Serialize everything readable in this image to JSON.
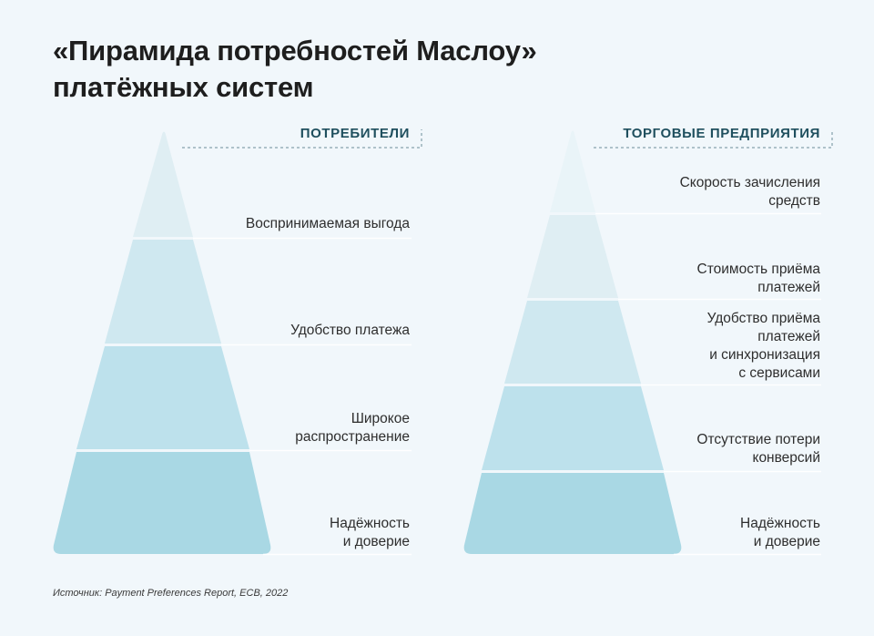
{
  "title": [
    "«Пирамида потребностей Маслоу»",
    "платёжных систем"
  ],
  "source": "Источник: Payment Preferences Report, ECB, 2022",
  "colors": {
    "background": "#f1f7fb",
    "level_1": "#a9d8e4",
    "level_2": "#bde1ec",
    "level_3": "#cfe8f0",
    "level_4": "#dfeef3",
    "level_5": "#e9f4f8",
    "header_text": "#1f4f5e"
  },
  "consumers": {
    "header": "ПОТРЕБИТЕЛИ",
    "levels": [
      {
        "lines": [
          "Воспринимаемая выгода"
        ]
      },
      {
        "lines": [
          "Удобство платежа"
        ]
      },
      {
        "lines": [
          "Широкое",
          "распространение"
        ]
      },
      {
        "lines": [
          "Надёжность",
          "и доверие"
        ]
      }
    ]
  },
  "merchants": {
    "header": "ТОРГОВЫЕ ПРЕДПРИЯТИЯ",
    "levels": [
      {
        "lines": [
          "Скорость зачисления",
          "средств"
        ]
      },
      {
        "lines": [
          "Стоимость приёма",
          "платежей"
        ]
      },
      {
        "lines": [
          "Удобство приёма",
          "платежей",
          "и синхронизация",
          "с сервисами"
        ]
      },
      {
        "lines": [
          "Отсутствие потери",
          "конверсий"
        ]
      },
      {
        "lines": [
          "Надёжность",
          "и доверие"
        ]
      }
    ]
  }
}
